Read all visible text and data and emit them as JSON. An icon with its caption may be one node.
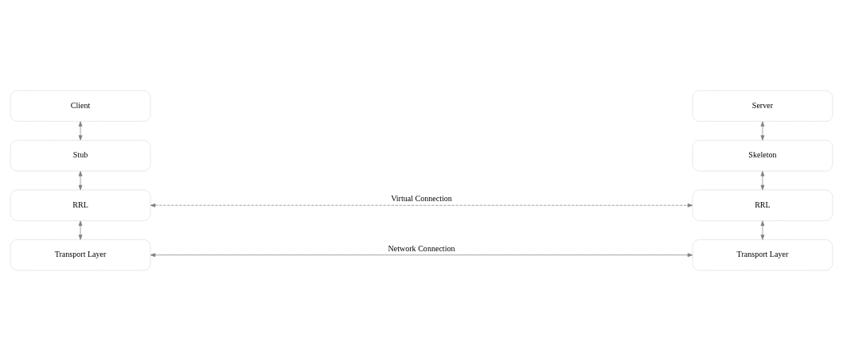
{
  "diagram": {
    "nodes": [
      {
        "text": [
          "Client"
        ]
      },
      {
        "text": [
          "Stub"
        ]
      },
      {
        "text": [
          "RRL"
        ]
      },
      {
        "text": [
          "Transport Layer"
        ]
      },
      {
        "text": [
          "Server"
        ]
      },
      {
        "text": [
          "Skeleton"
        ]
      },
      {
        "text": [
          "RRL"
        ]
      },
      {
        "text": [
          "Transport Layer"
        ]
      }
    ],
    "edges": [
      {
        "from": 0,
        "to": 1,
        "arrow": "both"
      },
      {
        "from": 1,
        "to": 2,
        "arrow": "both"
      },
      {
        "from": 2,
        "to": 3,
        "arrow": "both"
      },
      {
        "from": 4,
        "to": 5,
        "arrow": "both"
      },
      {
        "from": 5,
        "to": 6,
        "arrow": "both"
      },
      {
        "from": 6,
        "to": 7,
        "arrow": "both"
      },
      {
        "from": 2,
        "to": 6,
        "arrow": "both",
        "label": "Virtual Connection",
        "style": "dashed"
      },
      {
        "from": 3,
        "to": 7,
        "arrow": "both",
        "label": "Network Connection"
      }
    ]
  }
}
